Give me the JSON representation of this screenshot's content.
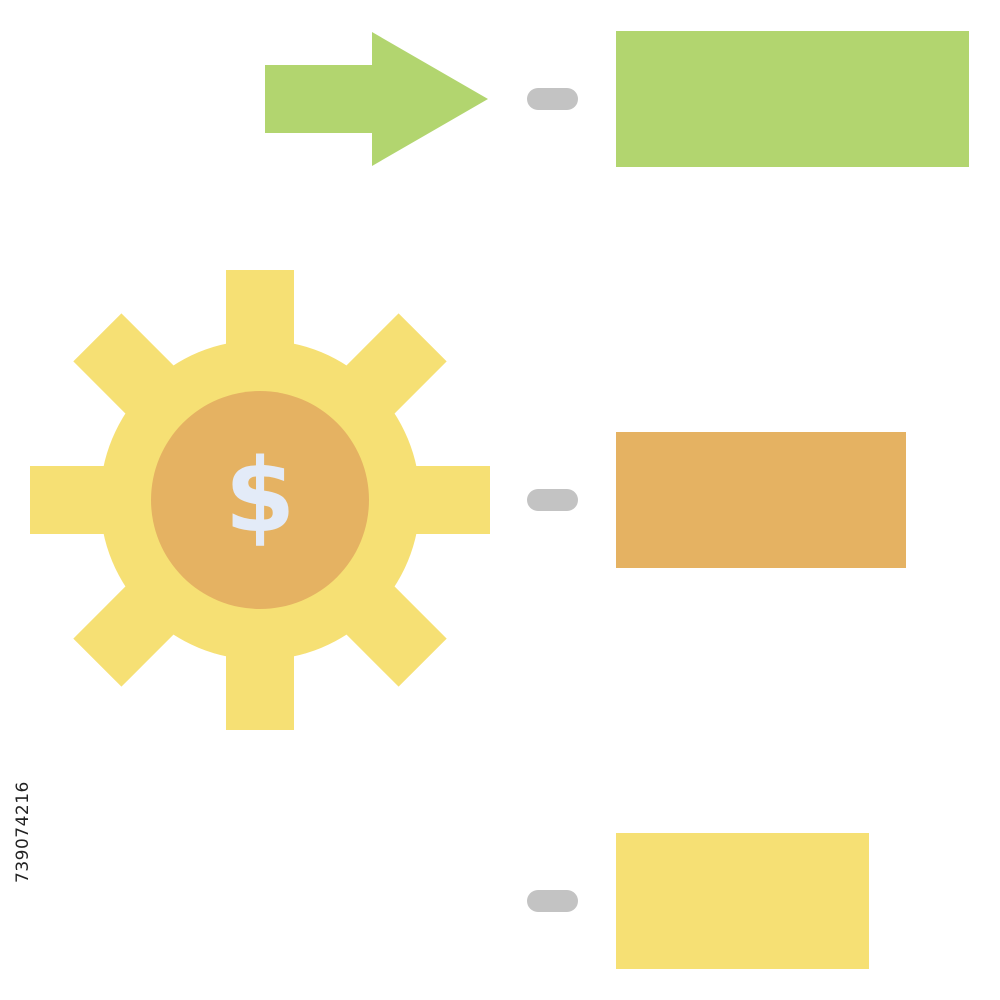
{
  "image_id_text": "739074216",
  "palette": {
    "background": "#ffffff",
    "arrow": "#b2d56f",
    "box_top": "#b2d56f",
    "box_middle": "#e5b262",
    "box_bottom": "#f6e074",
    "gear": "#f6e074",
    "coin": "#e5b262",
    "dollar": "#e3ebf8",
    "connector": "#c3c3c3"
  },
  "icons": {
    "arrow": "arrow-right-icon",
    "gear": "gear-icon",
    "dollar": "dollar-icon"
  },
  "dollar_symbol": "$",
  "rows": [
    {
      "id": "top",
      "color": "#b2d56f"
    },
    {
      "id": "middle",
      "color": "#e5b262"
    },
    {
      "id": "bottom",
      "color": "#f6e074"
    }
  ]
}
